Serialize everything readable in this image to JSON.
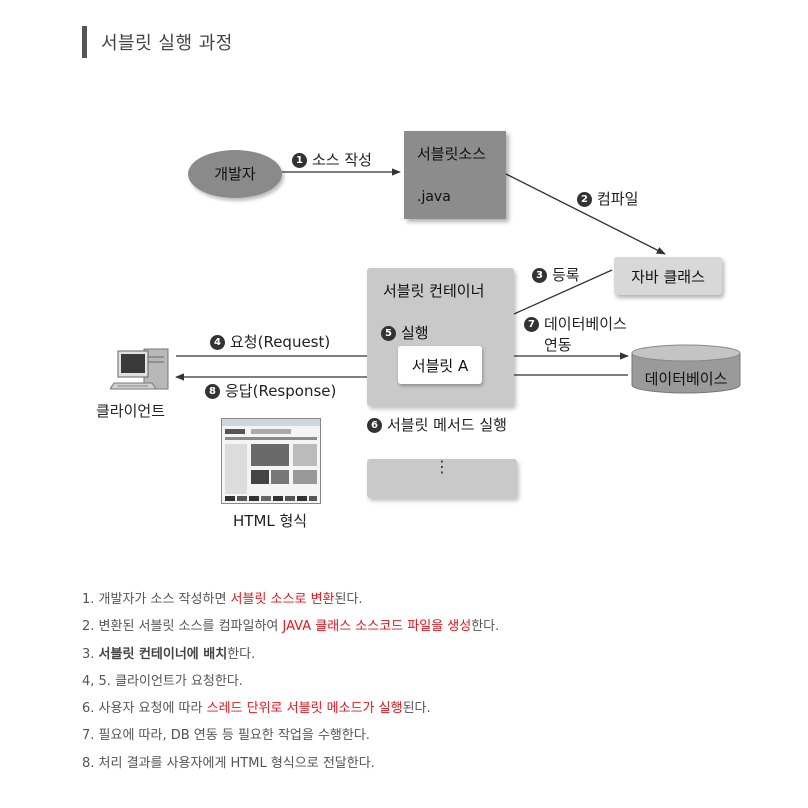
{
  "header": {
    "title": "서블릿 실행 과정"
  },
  "diagram": {
    "developer": "개발자",
    "step1": {
      "num": "1",
      "label": "소스 작성"
    },
    "servlet_source": {
      "title": "서블릿소스",
      "ext": ".java"
    },
    "step2": {
      "num": "2",
      "label": "컴파일"
    },
    "java_class": "자바 클래스",
    "step3": {
      "num": "3",
      "label": "등록"
    },
    "container_title": "서블릿 컨테이너",
    "step5": {
      "num": "5",
      "label": "실행"
    },
    "servlet_a": "서블릿 A",
    "step7": {
      "num": "7",
      "label_line1": "데이터베이스",
      "label_line2": "연동"
    },
    "database": "데이터베이스",
    "step4": {
      "num": "4",
      "label": "요청(Request)"
    },
    "step8": {
      "num": "8",
      "label": "응답(Response)"
    },
    "client": "클라이언트",
    "step6": {
      "num": "6",
      "label": "서블릿 메서드 실행"
    },
    "html_format": "HTML 형식",
    "dots": "⋮"
  },
  "list": [
    {
      "prefix": "1. 개발자가 소스 작성하면 ",
      "highlight": "서블릿 소스로 변환",
      "suffix": "된다."
    },
    {
      "prefix": "2. 변환된 서블릿 소스를 컴파일하여 ",
      "highlight": "JAVA 클래스 소스코드 파일을 생성",
      "suffix": "한다."
    },
    {
      "prefix": "3. ",
      "bold": "서블릿 컨테이너에 배치",
      "suffix": "한다."
    },
    {
      "text": "4, 5. 클라이언트가 요청한다."
    },
    {
      "prefix": "6. 사용자 요청에 따라 ",
      "highlight": "스레드 단위로 서블릿 메소드가 실행",
      "suffix": "된다."
    },
    {
      "text": "7. 필요에 따라, DB 연동 등 필요한 작업을 수행한다."
    },
    {
      "text": "8. 처리 결과를 사용자에게 HTML 형식으로 전달한다."
    }
  ],
  "colors": {
    "highlight": "#e8141e",
    "node_dark": "#8c8c8c",
    "node_light": "#c9c9c9"
  }
}
